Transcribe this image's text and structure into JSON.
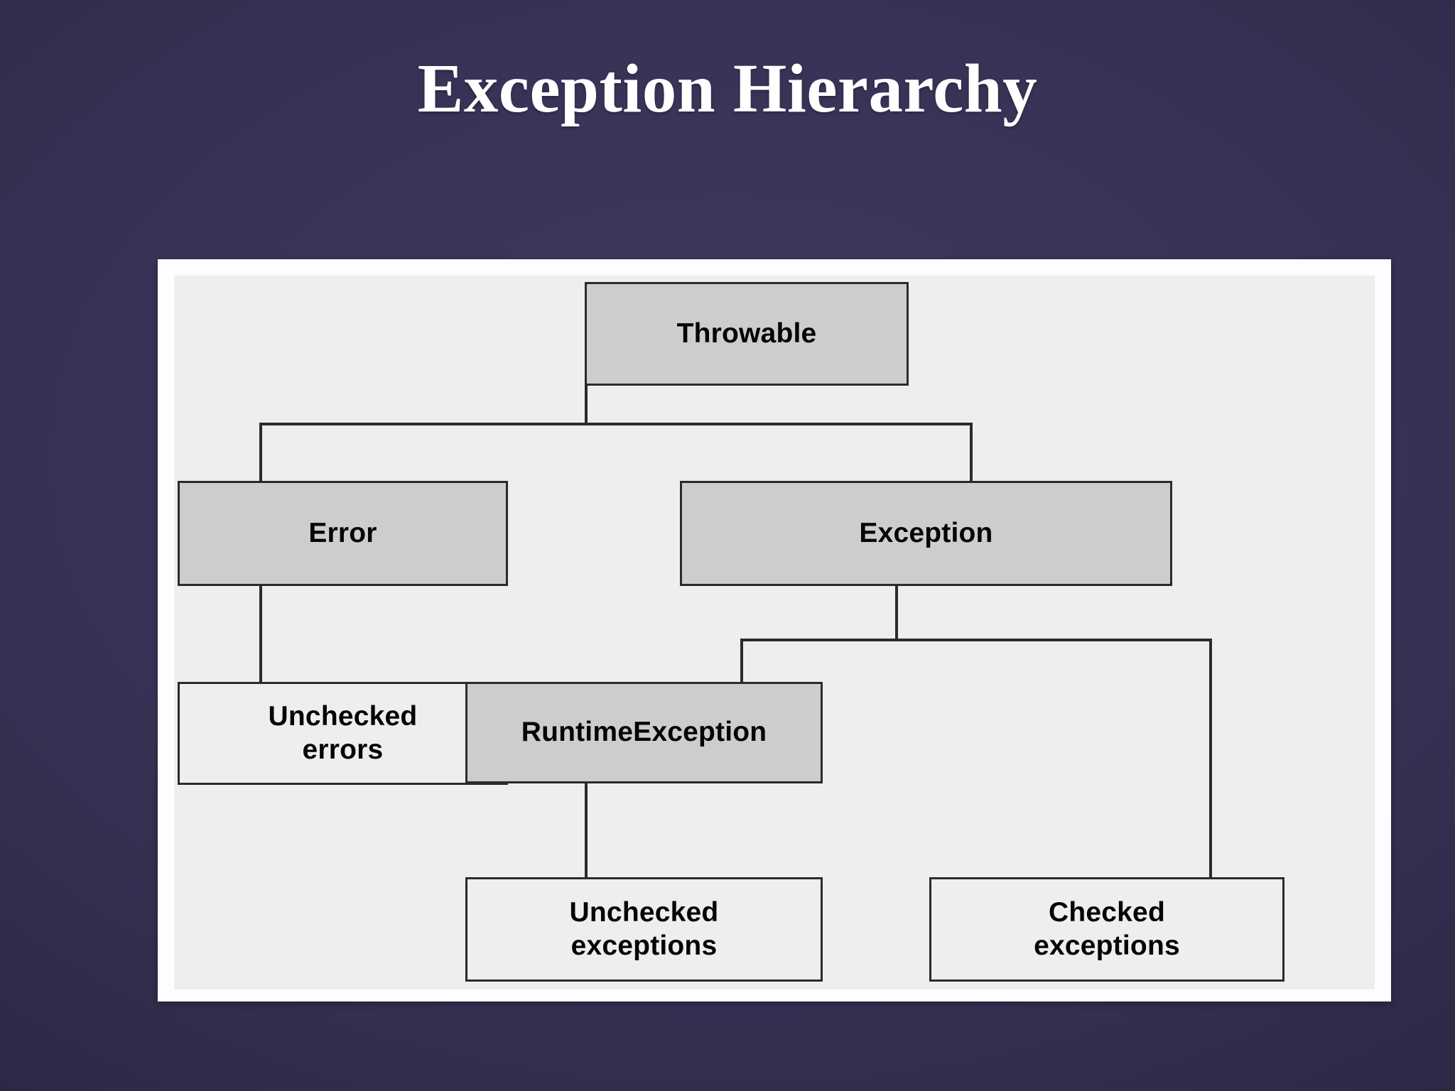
{
  "slide": {
    "title": "Exception Hierarchy",
    "background_color": "#3a3358",
    "title_color": "#ffffff"
  },
  "diagram": {
    "panel_background": "#fdfdff",
    "canvas_background": "#edeef0",
    "node_fill_class": "#cdcdcd",
    "node_fill_leaf": "#eeeef0",
    "line_color": "#2b2b2b",
    "nodes": [
      {
        "id": "throwable",
        "label": "Throwable",
        "kind": "class"
      },
      {
        "id": "error",
        "label": "Error",
        "kind": "class"
      },
      {
        "id": "exception",
        "label": "Exception",
        "kind": "class"
      },
      {
        "id": "unchecked-errors",
        "label": "Unchecked\nerrors",
        "kind": "leaf",
        "line1": "Unchecked",
        "line2": "errors"
      },
      {
        "id": "runtime-exception",
        "label": "RuntimeException",
        "kind": "class"
      },
      {
        "id": "unchecked-exceptions",
        "label": "Unchecked\nexceptions",
        "kind": "leaf",
        "line1": "Unchecked",
        "line2": "exceptions"
      },
      {
        "id": "checked-exceptions",
        "label": "Checked\nexceptions",
        "kind": "leaf",
        "line1": "Checked",
        "line2": "exceptions"
      }
    ],
    "edges": [
      {
        "from": "throwable",
        "to": "error"
      },
      {
        "from": "throwable",
        "to": "exception"
      },
      {
        "from": "error",
        "to": "unchecked-errors"
      },
      {
        "from": "exception",
        "to": "runtime-exception"
      },
      {
        "from": "exception",
        "to": "checked-exceptions"
      },
      {
        "from": "runtime-exception",
        "to": "unchecked-exceptions"
      }
    ]
  }
}
